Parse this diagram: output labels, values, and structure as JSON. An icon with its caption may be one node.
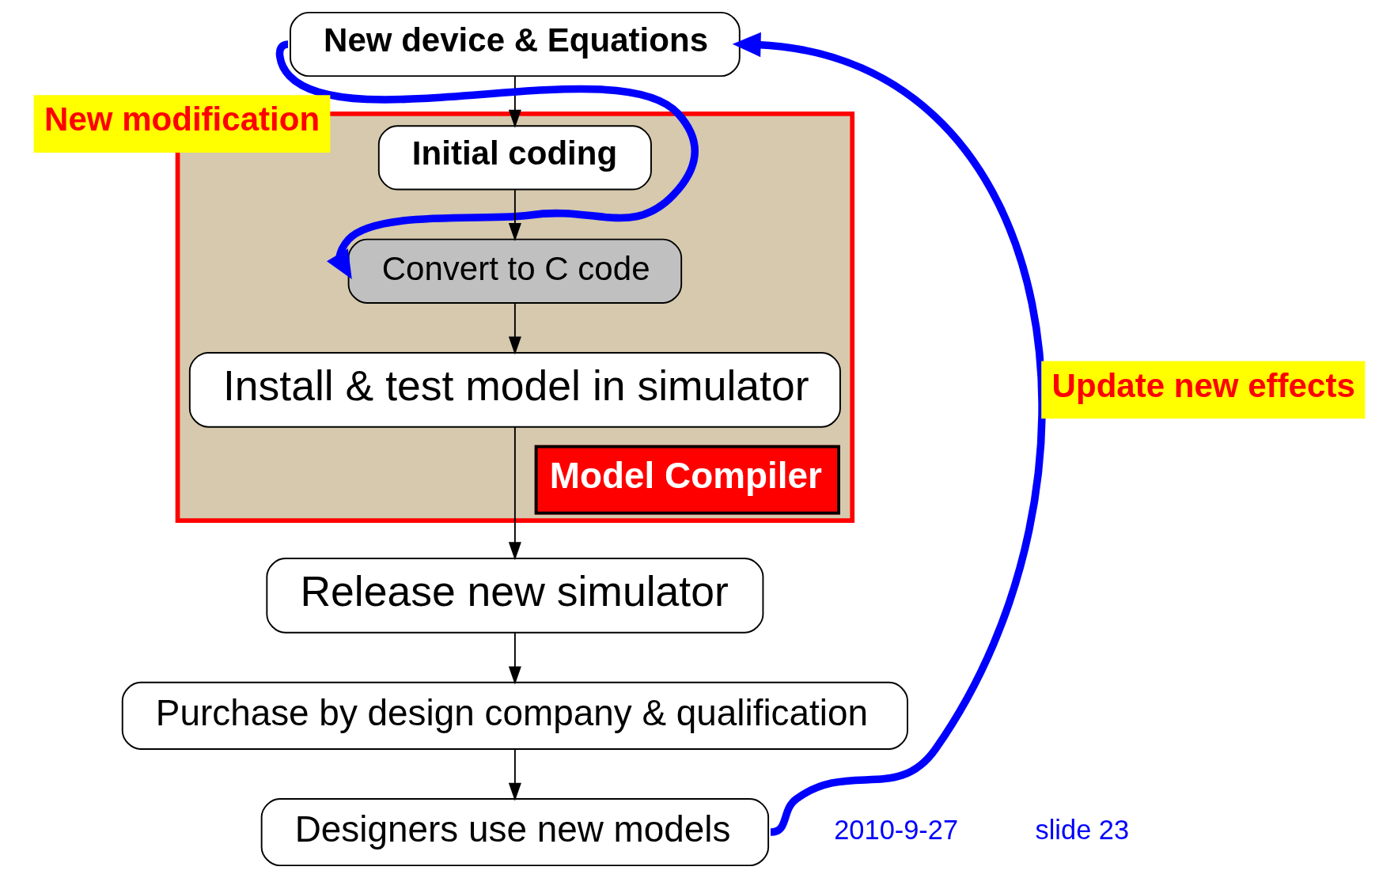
{
  "diagram": {
    "nodes": [
      {
        "text": [
          "New device & Equations"
        ]
      },
      {
        "text": [
          "Model Compiler"
        ]
      },
      {
        "text": [
          "Initial coding"
        ],
        "in": 1
      },
      {
        "text": [
          "Convert to C code"
        ],
        "in": 1
      },
      {
        "text": [
          "Install & test model in simulator"
        ],
        "in": 1
      },
      {
        "text": [
          "Release new simulator"
        ]
      },
      {
        "text": [
          "Purchase by design company & qualification"
        ]
      },
      {
        "text": [
          "Designers use new models"
        ]
      }
    ],
    "edges": [
      {
        "from": 0,
        "to": 2,
        "arrow": "to"
      },
      {
        "from": 2,
        "to": 3,
        "arrow": "to"
      },
      {
        "from": 3,
        "to": 4,
        "arrow": "to"
      },
      {
        "from": 4,
        "to": 5,
        "arrow": "to"
      },
      {
        "from": 5,
        "to": 6,
        "arrow": "to"
      },
      {
        "from": 6,
        "to": 7,
        "arrow": "to"
      },
      {
        "from": 0,
        "to": 3,
        "arrow": "to",
        "label": "New modification",
        "style": "thick",
        "color": "#0000ff"
      },
      {
        "from": 7,
        "to": 0,
        "arrow": "to",
        "label": "Update new effects",
        "style": "thick",
        "color": "#0000ff"
      }
    ],
    "labels": [
      "2010-9-27",
      "slide 23"
    ]
  }
}
